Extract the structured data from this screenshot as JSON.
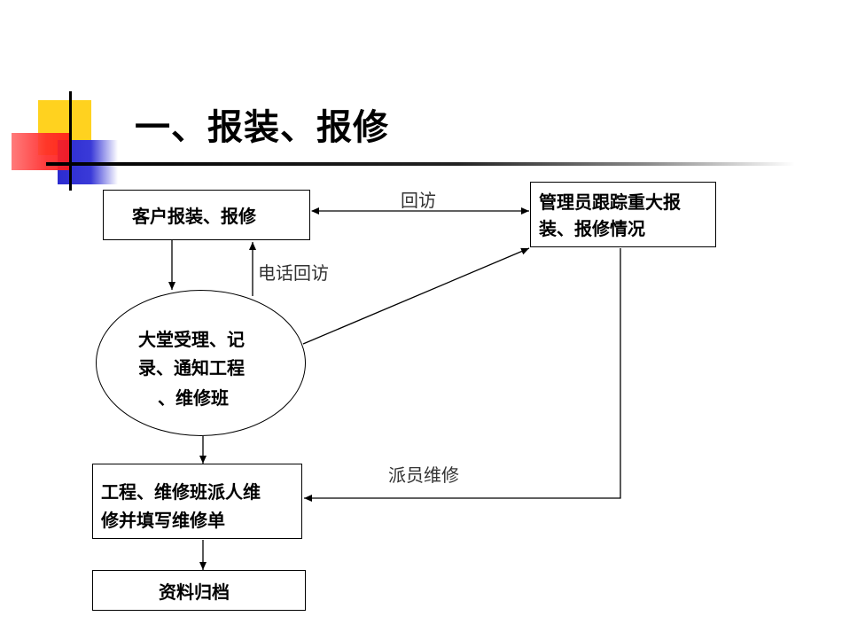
{
  "title": "一、报装、报修",
  "nodes": {
    "customer": "客户报装、报修",
    "manager_line1": "管理员跟踪重大报",
    "manager_line2": "装、报修情况",
    "lobby_line1": "大堂受理、记",
    "lobby_line2": "录、通知工程",
    "lobby_line3": "、维修班",
    "dispatch_line1": "工程、维修班派人维",
    "dispatch_line2": "修并填写维修单",
    "archive": "资料归档"
  },
  "edges": {
    "revisit": "回访",
    "phone_revisit": "电话回访",
    "dispatch_repair": "派员维修"
  },
  "colors": {
    "deco_yellow": "#ffd700",
    "deco_red": "#ff0000",
    "deco_blue": "#3333cc"
  }
}
